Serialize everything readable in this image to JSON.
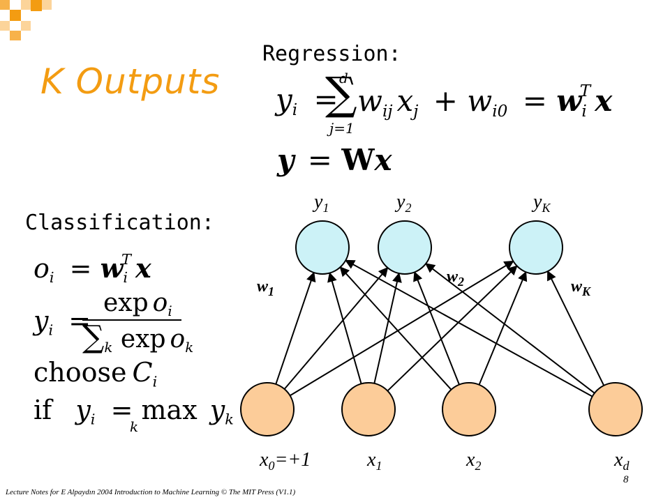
{
  "colors": {
    "accent": "#f39c12",
    "output_node": "#ccf2f7",
    "input_node": "#fccc99"
  },
  "title": "K Outputs",
  "regression": {
    "heading": "Regression:",
    "eq1": {
      "y": "y",
      "i": "i",
      "eq": "=",
      "sum": "∑",
      "sum_top": "d",
      "sum_bottom": "j=1",
      "w": "w",
      "ij": "ij",
      "x": "x",
      "j": "j",
      "plus": "+",
      "w0": "w",
      "i0": "i0",
      "eq2": "=",
      "wb": "w",
      "wi": "i",
      "T": "T",
      "xb": "x"
    },
    "eq2": {
      "y": "y",
      "eq": "=",
      "W": "W",
      "x": "x"
    }
  },
  "classification": {
    "heading": "Classification:",
    "eq1": {
      "o": "o",
      "i": "i",
      "eq": "=",
      "w": "w",
      "wi": "i",
      "T": "T",
      "x": "x"
    },
    "eq2": {
      "y": "y",
      "i": "i",
      "eq": "=",
      "num": "exp",
      "num_o": "o",
      "num_i": "i",
      "den_sum": "∑",
      "den_k": "k",
      "den_exp": "exp",
      "den_o": "o",
      "den_ok": "k"
    },
    "eq3": {
      "choose": "choose",
      "C": "C",
      "i": "i"
    },
    "eq4": {
      "if": "if",
      "y": "y",
      "i": "i",
      "eq": "=",
      "max": "max",
      "k": "k",
      "yk": "y",
      "kk": "k"
    }
  },
  "network": {
    "outputs": [
      {
        "label": "y",
        "sub": "1"
      },
      {
        "label": "y",
        "sub": "2"
      },
      {
        "label": "y",
        "sub": "K"
      }
    ],
    "inputs": [
      {
        "label": "x",
        "sub": "0",
        "suffix": "=+1"
      },
      {
        "label": "x",
        "sub": "1",
        "suffix": ""
      },
      {
        "label": "x",
        "sub": "2",
        "suffix": ""
      },
      {
        "label": "x",
        "sub": "d",
        "suffix": ""
      }
    ],
    "weights": [
      {
        "label": "w",
        "sub": "1"
      },
      {
        "label": "w",
        "sub": "2"
      },
      {
        "label": "w",
        "sub": "K"
      }
    ]
  },
  "footer": "Lecture Notes for E Alpaydın 2004 Introduction to Machine Learning © The MIT Press (V1.1)",
  "page_number": "8"
}
